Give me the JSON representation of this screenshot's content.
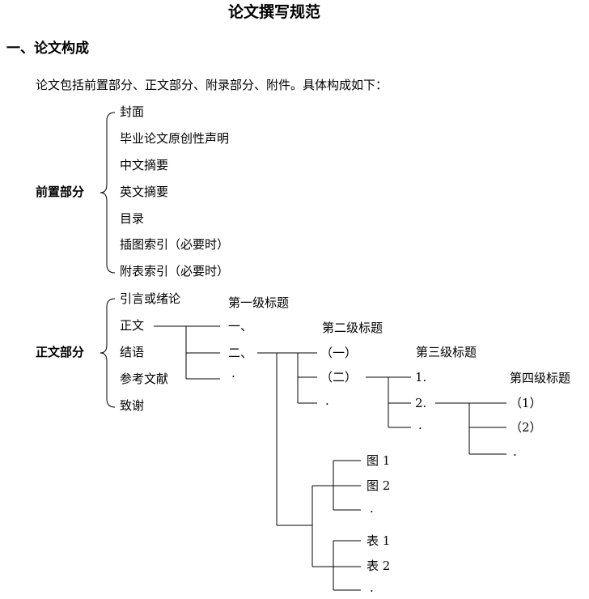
{
  "doc": {
    "title": "论文撰写规范",
    "section1_heading": "一、论文构成",
    "intro": "论文包括前置部分、正文部分、附录部分、附件。具体构成如下："
  },
  "front": {
    "label": "前置部分",
    "items": [
      "封面",
      "毕业论文原创性声明",
      "中文摘要",
      "英文摘要",
      "目录",
      "插图索引（必要时）",
      "附表索引（必要时）"
    ]
  },
  "body": {
    "label": "正文部分",
    "items": [
      "引言或绪论",
      "正文",
      "结语",
      "参考文献",
      "致谢"
    ]
  },
  "levels": {
    "l1_title": "第一级标题",
    "l2_title": "第二级标题",
    "l3_title": "第三级标题",
    "l4_title": "第四级标题",
    "l1": [
      "一、",
      "二、",
      "·"
    ],
    "l2": [
      "（一）",
      "（二）",
      "."
    ],
    "l3": [
      "1.",
      "2.",
      "."
    ],
    "l4": [
      "（1）",
      "（2）",
      "."
    ],
    "figures": [
      "图 1",
      "图 2",
      "."
    ],
    "tables": [
      "表 1",
      "表 2",
      "."
    ]
  }
}
